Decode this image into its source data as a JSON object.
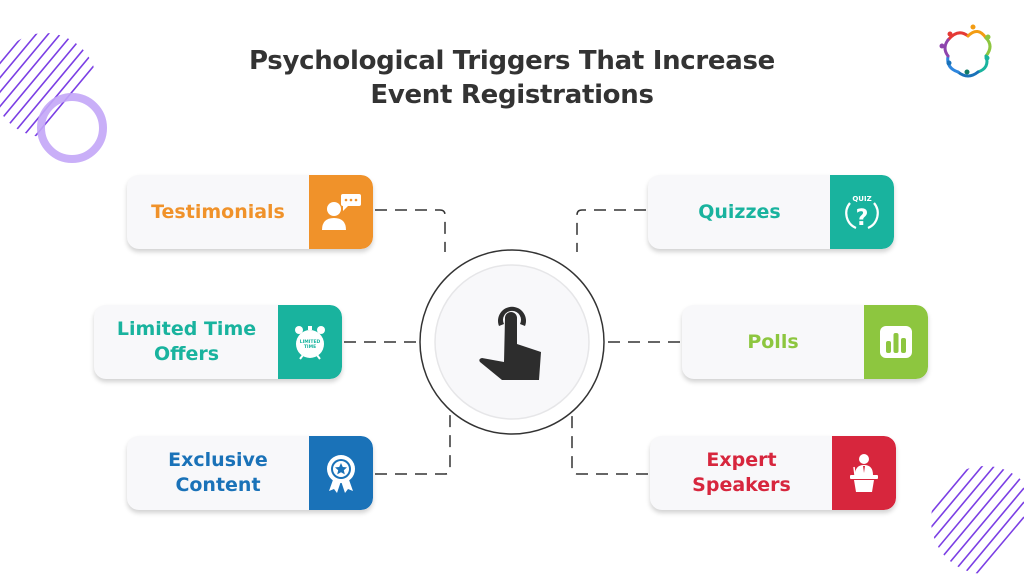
{
  "title": {
    "line1": "Psychological Triggers That Increase",
    "line2": "Event Registrations"
  },
  "center": {
    "icon": "hand-pointer-icon"
  },
  "triggers": [
    {
      "label": "Testimonials",
      "color": "#F0922A",
      "icon": "testimonial-speech-icon"
    },
    {
      "label_line1": "Limited Time",
      "label_line2": "Offers",
      "color": "#19B39E",
      "icon": "alarm-clock-icon",
      "icon_text_1": "LIMITED",
      "icon_text_2": "TIME"
    },
    {
      "label_line1": "Exclusive",
      "label_line2": "Content",
      "color": "#1A72B8",
      "icon": "award-badge-icon"
    },
    {
      "label": "Quizzes",
      "color": "#19B39E",
      "icon": "quiz-question-icon",
      "icon_text": "QUIZ"
    },
    {
      "label": "Polls",
      "color": "#8DC63F",
      "icon": "bar-chart-icon"
    },
    {
      "label_line1": "Expert",
      "label_line2": "Speakers",
      "color": "#D7263D",
      "icon": "speaker-podium-icon"
    }
  ],
  "decor": {
    "accent": "#7B3FE4",
    "ring": "#C3A6F7"
  }
}
